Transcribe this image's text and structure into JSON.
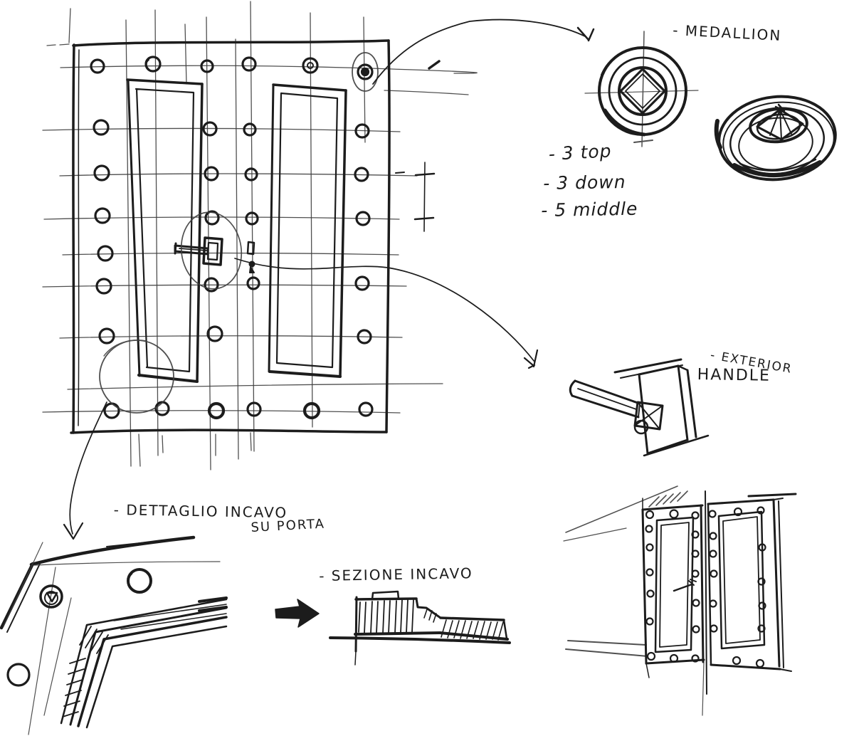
{
  "palette": {
    "background": "#ffffff",
    "ink": "#1c1c1c",
    "pencil": "#3d3d3d"
  },
  "annotations": {
    "medallion_label": "- MEDALLION",
    "medallion_counts": [
      "- 3 top",
      "- 3 down",
      "- 5 middle"
    ],
    "exterior_handle_label": {
      "line1": "- EXTERIOR",
      "line2": "HANDLE"
    },
    "door_corner_detail_label": {
      "line1": "- DETTAGLIO INCAVO",
      "line2": "SU PORTA"
    },
    "section_detail_label": "- SEZIONE INCAVO"
  }
}
